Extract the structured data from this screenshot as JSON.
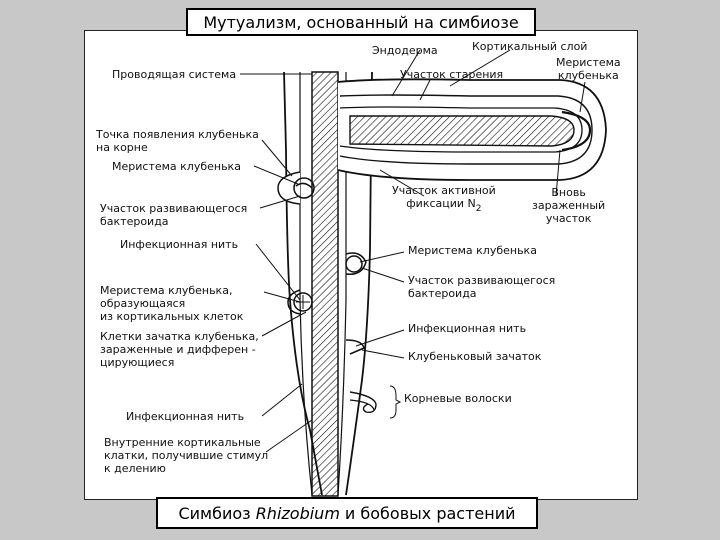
{
  "title": "Мутуализм, основанный на симбиозе",
  "caption": {
    "prefix": "Симбиоз",
    "genus": "Rhizobium",
    "suffix": "и бобовых растений"
  },
  "labels": {
    "endoderm": "Эндодерма",
    "cortical_layer": "Кортикальный слой",
    "nodule_meristem_top": "Меристема\nклубенька",
    "vascular_system": "Проводящая система",
    "aging_zone": "Участок старения",
    "nodule_emergence_point": "Точка появления клубенька\nна корне",
    "nodule_meristem_left": "Меристема клубенька",
    "active_fixation_zone": "Участок активной\nфиксации N",
    "n2_subscript": "2",
    "newly_infected_zone": "Вновь\nзараженный\nучасток",
    "developing_bacteroid_left": "Участок развивающегося\nбактероида",
    "infection_thread_left": "Инфекционная нить",
    "nodule_meristem_right": "Меристема клубенька",
    "nodule_meristem_cortical": "Меристема клубенька,\nобразующаяся\nиз кортикальных клеток",
    "developing_bacteroid_right": "Участок развивающегося\nбактероида",
    "primordium_cells": "Клетки зачатка клубенька,\nзараженные и дифферен -\nцирующиеся",
    "infection_thread_right": "Инфекционная нить",
    "nodule_primordium": "Клубеньковый зачаток",
    "root_hairs": "Корневые волоски",
    "infection_thread_bottom": "Инфекционная нить",
    "inner_cortical_cells": "Внутренние кортикальные\nклатки, получившие стимул\nк делению"
  }
}
